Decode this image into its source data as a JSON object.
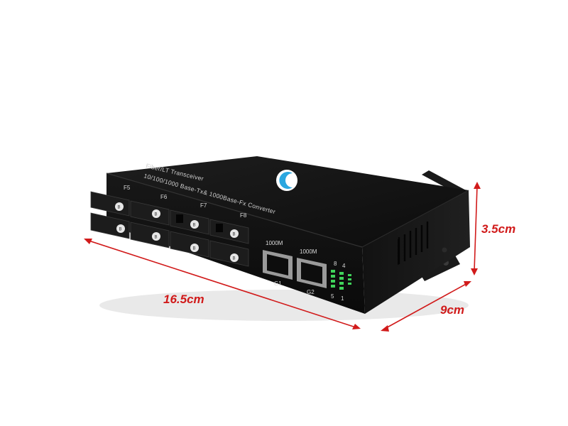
{
  "product": {
    "top_line1": "Fiber/LT Transceiver",
    "top_line2": "10/100/1000 Base-Tx& 1000Base-Fx Converter"
  },
  "fiber_ports": {
    "labels": [
      "F5",
      "F6",
      "F7",
      "F8"
    ],
    "port_letter": "B"
  },
  "rj45_ports": [
    {
      "speed": "1000M",
      "name": "G1"
    },
    {
      "speed": "1000M",
      "name": "G2"
    }
  ],
  "led_panel": {
    "top_left": "8",
    "top_right": "4",
    "bottom_left": "5",
    "bottom_right": "1"
  },
  "dimensions": {
    "length": "16.5cm",
    "height": "3.5cm",
    "depth": "9cm"
  },
  "colors": {
    "dimension": "#d11a1a",
    "chassis": "#141414",
    "led": "#3fd35a",
    "logo": "#2aa7e0"
  }
}
